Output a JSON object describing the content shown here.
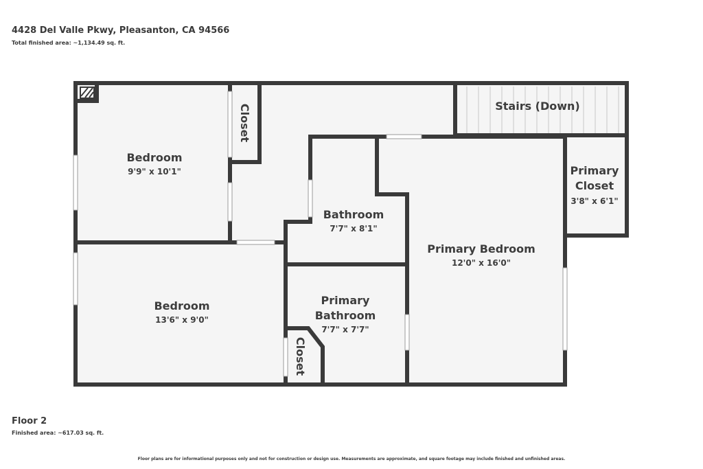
{
  "header": {
    "address": "4428 Del Valle Pkwy, Pleasanton, CA 94566",
    "total_area": "Total finished area: ~1,134.49 sq. ft."
  },
  "floor": {
    "name": "Floor 2",
    "finished_area": "Finished area: ~617.03 sq. ft."
  },
  "disclaimer": "Floor plans are for informational purposes only and not for construction or design use. Measurements are approximate, and square footage may include finished and unfinished areas.",
  "colors": {
    "wall": "#3a3a3a",
    "floor": "#f5f5f5",
    "background": "#ffffff"
  },
  "rooms": {
    "bedroom1": {
      "name": "Bedroom",
      "dims": "9'9\" x 10'1\""
    },
    "closet1": {
      "name": "Closet"
    },
    "stairs": {
      "name": "Stairs (Down)"
    },
    "bathroom": {
      "name": "Bathroom",
      "dims": "7'7\" x 8'1\""
    },
    "primary_closet": {
      "name_line1": "Primary",
      "name_line2": "Closet",
      "dims": "3'8\" x 6'1\""
    },
    "primary_bedroom": {
      "name": "Primary Bedroom",
      "dims": "12'0\" x 16'0\""
    },
    "bedroom2": {
      "name": "Bedroom",
      "dims": "13'6\" x 9'0\""
    },
    "primary_bathroom": {
      "name_line1": "Primary",
      "name_line2": "Bathroom",
      "dims": "7'7\" x 7'7\""
    },
    "closet2": {
      "name": "Closet"
    }
  }
}
